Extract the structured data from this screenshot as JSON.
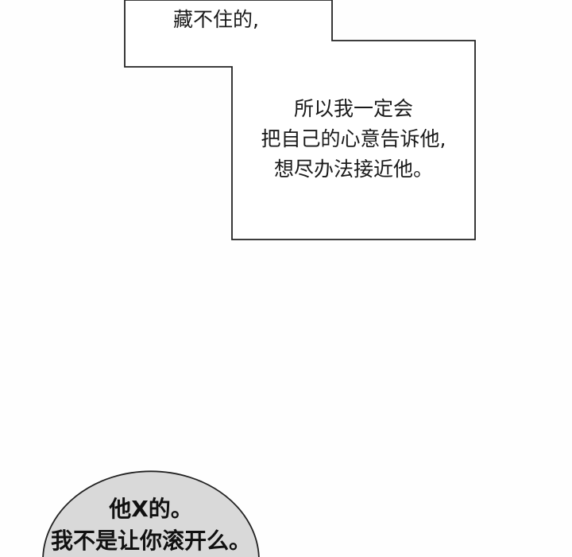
{
  "caption_box_1": {
    "text": "藏不住的,"
  },
  "caption_box_2": {
    "lines": [
      "所以我一定会",
      "把自己的心意告诉他,",
      "想尽办法接近他。"
    ]
  },
  "speech_bubble": {
    "lines": [
      "他X的。",
      "我不是让你滚开么。"
    ],
    "fill": "#d9d9d9"
  }
}
